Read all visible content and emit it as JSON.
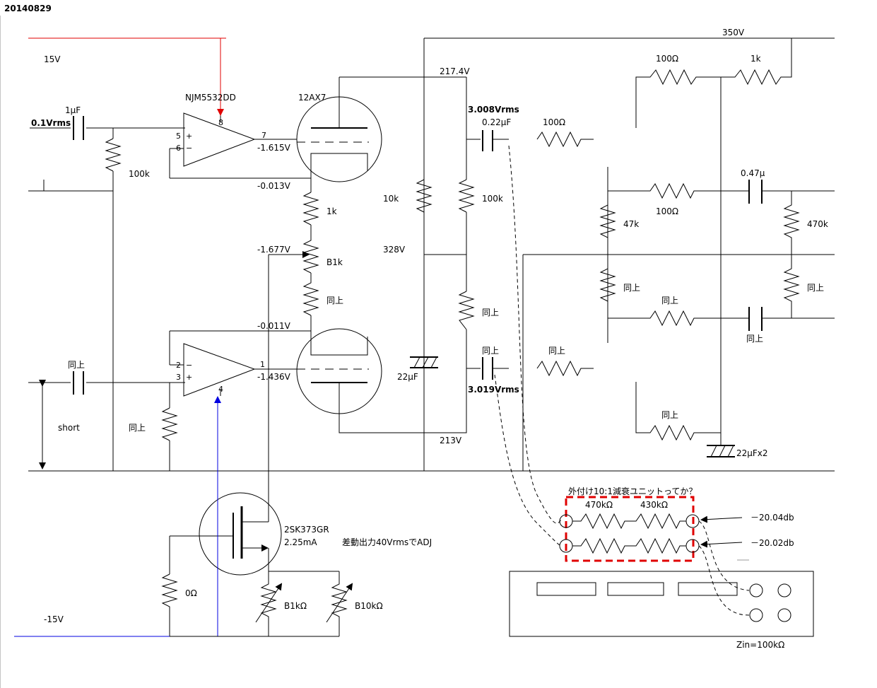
{
  "date": "20140829",
  "supply": {
    "pos": "15V",
    "neg": "-15V",
    "hv": "350V"
  },
  "opamp": {
    "part": "NJM5532DD",
    "pin5": "5",
    "pin6": "6",
    "pin7": "7",
    "pin8": "8",
    "pin1": "1",
    "pin2": "2",
    "pin3": "3",
    "pin4": "4",
    "plus": "+",
    "minus": "−"
  },
  "tube": {
    "part": "12AX7"
  },
  "input": {
    "level": "0.1Vrms",
    "cap": "1μF",
    "resistor": "100k",
    "same": "同上",
    "short": "short"
  },
  "voltages": {
    "v_out1": "-1.615V",
    "v_grid1": "-0.013V",
    "v_pot": "-1.677V",
    "v_grid2": "-0.011V",
    "v_out2": "-1.436V",
    "v_plate": "217.4V",
    "v_bplus": "328V",
    "v_cath": "213V"
  },
  "divider": {
    "r1": "1k",
    "pot": "B1k",
    "r2": "同上"
  },
  "plate": {
    "r_load": "10k",
    "r_plate1": "100k",
    "r_plate2": "同上",
    "cap_big": "22μF"
  },
  "outputs": {
    "top_level": "3.008Vrms",
    "top_cap": "0.22μF",
    "top_r": "100Ω",
    "bot_level": "3.019Vrms",
    "bot_cap": "同上",
    "bot_r": "同上"
  },
  "next_stage": {
    "r100a": "100Ω",
    "r1k": "1k",
    "r47k": "47k",
    "r100b": "100Ω",
    "cap047": "0.47μ",
    "r470k": "470k",
    "same1": "同上",
    "same2": "同上",
    "same3": "同上",
    "same4": "同上",
    "same5": "同上",
    "cap2x": "22μFx2"
  },
  "fet": {
    "part": "2SK373GR",
    "current": "2.25mA",
    "note": "差動出力40VrmsでADJ",
    "r0": "0Ω",
    "vr1": "B1kΩ",
    "vr2": "B10kΩ"
  },
  "attenuator": {
    "title": "外付け10:1減衰ユニットってか？",
    "r1": "470kΩ",
    "r2": "430kΩ",
    "level1": "－20.04db",
    "level2": "－20.02db"
  },
  "meter": {
    "zin": "Zin=100kΩ"
  }
}
